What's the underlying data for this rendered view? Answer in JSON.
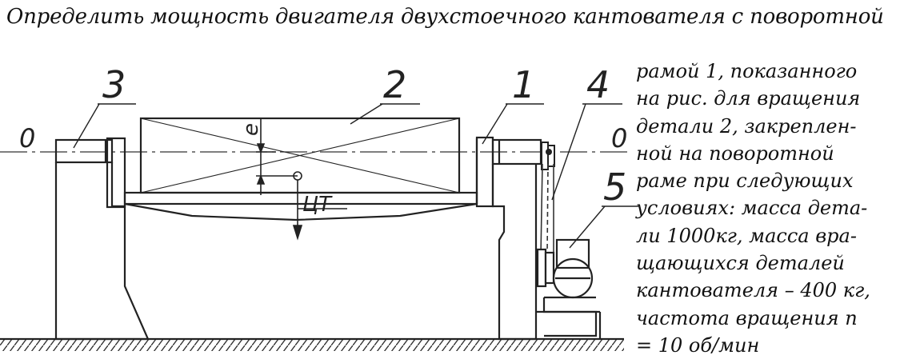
{
  "title": "Определить мощность двигателя двухстоечного кантователя с поворотной",
  "side_text": [
    "рамой 1, показанного",
    "на рис. для вращения",
    "детали 2, закреплен-",
    "ной на поворотной",
    "раме  при следующих",
    "условиях: масса дета-",
    "ли  1000кг, масса вра-",
    "щающихся деталей",
    "кантователя – 400 кг,",
    "частота вращения  n",
    "= 10 об/мин"
  ],
  "figure": {
    "callouts": [
      "1",
      "2",
      "3",
      "4",
      "5"
    ],
    "axis_left": "0",
    "axis_right": "0",
    "eccentricity_label": "e",
    "cg_label": "ЦТ"
  }
}
